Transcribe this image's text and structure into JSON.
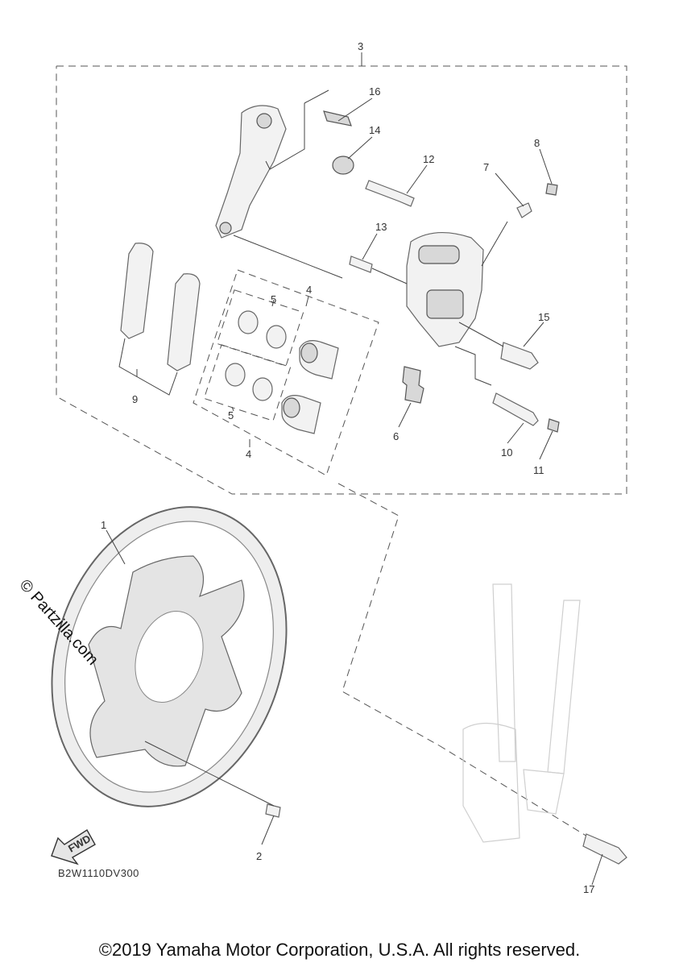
{
  "diagram": {
    "callouts": {
      "c1": "1",
      "c2": "2",
      "c3": "3",
      "c4a": "4",
      "c4b": "4",
      "c5a": "5",
      "c5b": "5",
      "c6": "6",
      "c7": "7",
      "c8": "8",
      "c9": "9",
      "c10": "10",
      "c11": "11",
      "c12": "12",
      "c13": "13",
      "c14": "14",
      "c15": "15",
      "c16": "16",
      "c17": "17"
    },
    "fwd_label": "FWD",
    "diagram_code": "B2W1110DV300",
    "watermark": "© Partzilla.com",
    "copyright": "©2019 Yamaha Motor Corporation, U.S.A. All rights reserved."
  }
}
